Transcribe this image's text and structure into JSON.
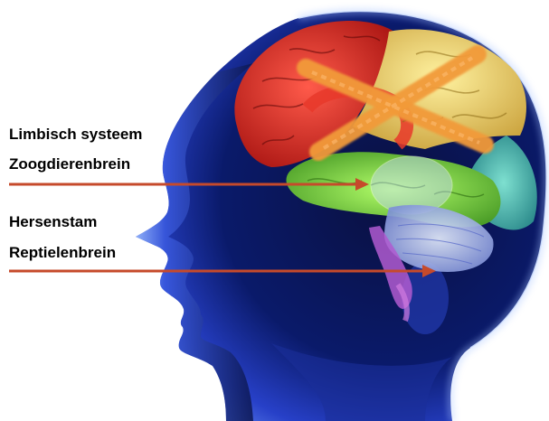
{
  "labels": {
    "limbic_line1": "Limbisch systeem",
    "limbic_line2": "Zoogdierenbrein",
    "brainstem_line1": "Hersenstam",
    "brainstem_line2": "Reptielenbrein"
  },
  "colors": {
    "arrow": "#c64a2b",
    "cross": "#f29a3a",
    "head_glow": "#5f86ff",
    "background": "#ffffff"
  },
  "icons": {
    "arrows": "arrow-right-icon",
    "cross": "cross-icon",
    "brain": "brain-illustration"
  }
}
